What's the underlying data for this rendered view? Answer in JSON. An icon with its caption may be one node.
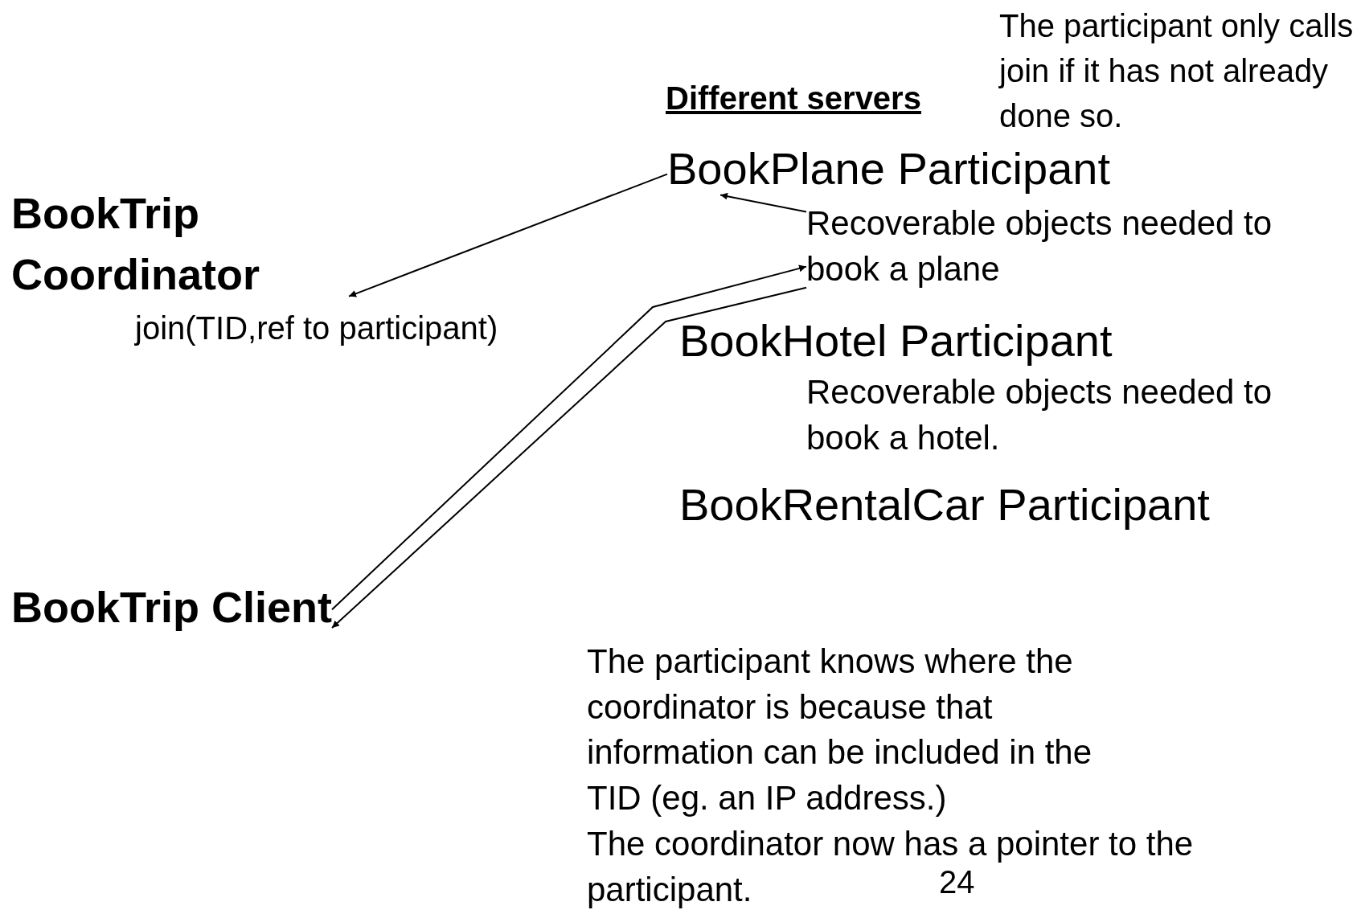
{
  "diagram": {
    "nodes": [
      {
        "text": [
          "BookPlane Participant"
        ]
      },
      {
        "text": [
          "Recoverable objects needed to book a plane"
        ]
      },
      {
        "text": [
          "BookTrip Coordinator"
        ]
      },
      {
        "text": [
          "BookHotel Participant"
        ],
        "beside": [
          "Recoverable objects needed to book a hotel."
        ]
      },
      {
        "text": [
          "BookRentalCar Participant"
        ]
      },
      {
        "text": [
          "BookTrip Client"
        ]
      }
    ],
    "edges": [
      {
        "from": 0,
        "to": 2,
        "arrow": "to",
        "label": "join(TID,ref to participant)"
      },
      {
        "from": 1,
        "to": 0,
        "arrow": "to"
      },
      {
        "from": 5,
        "to": 1,
        "arrow": "to"
      },
      {
        "from": 1,
        "to": 5,
        "arrow": "to"
      }
    ],
    "labels": [
      "Different servers",
      "The participant only calls join if it has not already done so.",
      "The participant knows where the coordinator is because that information can be included in the TID (eg. an IP address.)",
      "The coordinator now has a pointer to the participant.",
      "24"
    ]
  }
}
